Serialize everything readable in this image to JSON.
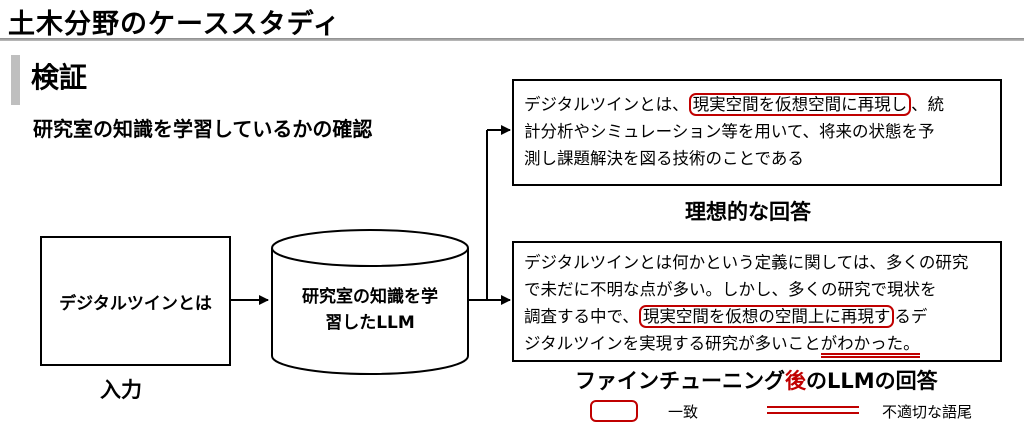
{
  "header": {
    "title": "土木分野のケーススタディ"
  },
  "section": {
    "heading": "検証",
    "subheading": "研究室の知識を学習しているかの確認"
  },
  "input": {
    "text": "デジタルツインとは",
    "caption": "入力"
  },
  "model": {
    "line1": "研究室の知識を学",
    "line2": "習したLLM"
  },
  "ideal": {
    "lines": [
      [
        "デジタルツインとは、",
        "現実空間を仮想空間に再現し",
        "、統"
      ],
      "計分析やシミュレーション等を用いて、将来の状態を予",
      "測し課題解決を図る技術のことである"
    ],
    "caption": "理想的な回答"
  },
  "finetuned": {
    "lines": [
      "デジタルツインとは何かという定義に関しては、多くの研究",
      "で未だに不明な点が多い。しかし、多くの研究で現状を",
      [
        "調査する中で、",
        "現実空間を仮想の空間上に再現す",
        "るデ"
      ],
      [
        "ジタルツインを実現する研究が多いこと",
        "がわかった。"
      ]
    ],
    "caption_pre": "ファインチューニング",
    "caption_red": "後",
    "caption_post": "のLLMの回答"
  },
  "legend": {
    "match": "一致",
    "inappropriate": "不適切な語尾"
  },
  "colors": {
    "accent_red": "#c00000",
    "section_bar": "#bfbfbf"
  }
}
